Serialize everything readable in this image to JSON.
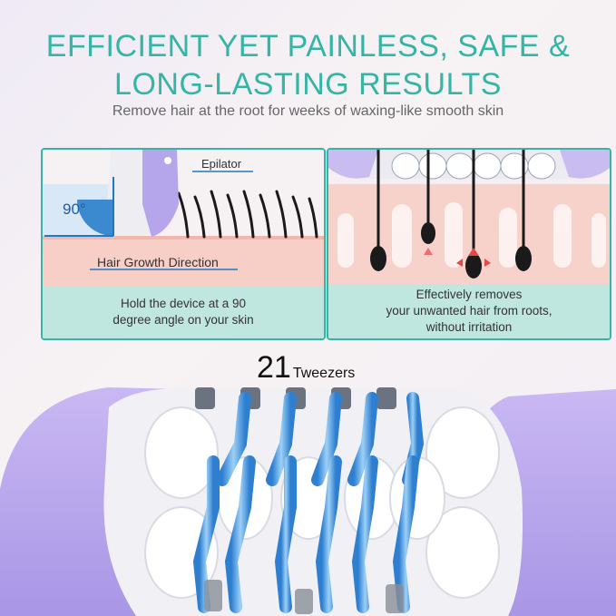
{
  "headline": {
    "line1": "EFFICIENT YET PAINLESS, SAFE &",
    "line2": "LONG-LASTING RESULTS"
  },
  "subheadline": "Remove hair at the root for weeks of waxing-like smooth skin",
  "left_panel": {
    "angle": "90°",
    "label_epilator": "Epilator",
    "label_direction": "Hair Growth Direction",
    "caption_line1": "Hold the device at a 90",
    "caption_line2": "degree angle on your skin"
  },
  "right_panel": {
    "caption_line1": "Effectively removes",
    "caption_line2": "your unwanted hair from roots,",
    "caption_line3": "without irritation"
  },
  "tweezers": {
    "count": "21",
    "label": "Tweezers"
  },
  "colors": {
    "accent": "#38b3a5",
    "lavender": "#b3a3e8",
    "skin": "#f6c6bd",
    "hair": "#1a1a1a",
    "tweezer_blue": "#5aa9e6"
  }
}
